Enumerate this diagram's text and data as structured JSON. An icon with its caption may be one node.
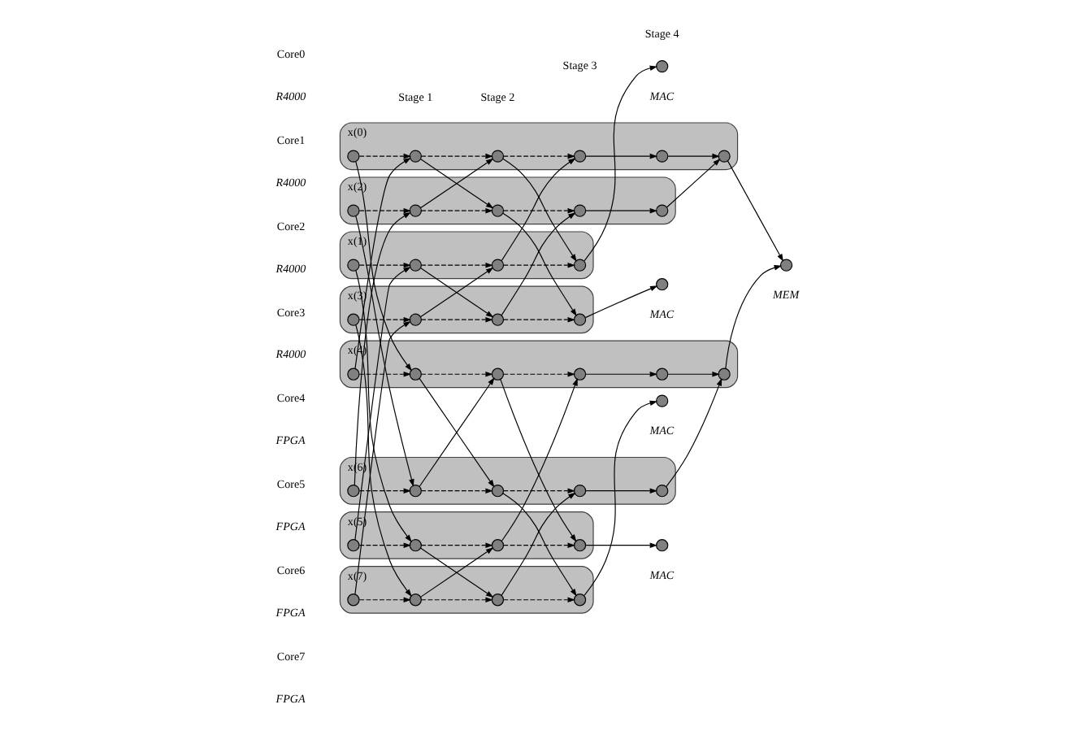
{
  "diagram": {
    "nodes": [
      {
        "text": [
          "x(0)"
        ],
        "beside": [
          "Core0",
          "R4000"
        ]
      },
      {
        "text": [],
        "shape": "circle",
        "in": 0
      },
      {
        "text": [],
        "shape": "circle",
        "in": 0
      },
      {
        "text": [],
        "shape": "circle",
        "in": 0
      },
      {
        "text": [],
        "shape": "circle",
        "in": 0
      },
      {
        "text": [],
        "shape": "circle",
        "in": 0
      },
      {
        "text": [],
        "shape": "circle",
        "in": 0
      },
      {
        "text": [
          "x(4)"
        ],
        "beside": [
          "Core1",
          "R4000"
        ]
      },
      {
        "text": [],
        "shape": "circle",
        "in": 7
      },
      {
        "text": [],
        "shape": "circle",
        "in": 7
      },
      {
        "text": [],
        "shape": "circle",
        "in": 7
      },
      {
        "text": [],
        "shape": "circle",
        "in": 7
      },
      {
        "text": [],
        "shape": "circle",
        "in": 7
      },
      {
        "text": [],
        "shape": "circle",
        "in": 7
      },
      {
        "text": [],
        "shape": "circle",
        "beside": [
          "MEM"
        ]
      },
      {
        "text": [
          "x(2)"
        ],
        "beside": [
          "Core2",
          "R4000"
        ]
      },
      {
        "text": [],
        "shape": "circle",
        "in": 15
      },
      {
        "text": [],
        "shape": "circle",
        "in": 15
      },
      {
        "text": [],
        "shape": "circle",
        "in": 15
      },
      {
        "text": [],
        "shape": "circle",
        "in": 15
      },
      {
        "text": [],
        "shape": "circle",
        "in": 15
      },
      {
        "text": [
          "x(6)"
        ],
        "beside": [
          "Core3",
          "R4000"
        ]
      },
      {
        "text": [],
        "shape": "circle",
        "in": 21
      },
      {
        "text": [],
        "shape": "circle",
        "in": 21
      },
      {
        "text": [],
        "shape": "circle",
        "in": 21
      },
      {
        "text": [],
        "shape": "circle",
        "in": 21
      },
      {
        "text": [],
        "shape": "circle",
        "in": 21
      },
      {
        "text": [
          "x(1)"
        ],
        "beside": [
          "Core4",
          "FPGA"
        ]
      },
      {
        "text": [],
        "shape": "circle",
        "in": 27
      },
      {
        "text": [],
        "shape": "circle",
        "in": 27
      },
      {
        "text": [],
        "shape": "circle",
        "in": 27
      },
      {
        "text": [],
        "shape": "circle",
        "in": 27
      },
      {
        "text": [],
        "shape": "circle",
        "beside": [
          "MAC"
        ]
      },
      {
        "text": [
          "x(5)"
        ],
        "beside": [
          "Core5",
          "FPGA"
        ]
      },
      {
        "text": [],
        "shape": "circle",
        "in": 33
      },
      {
        "text": [],
        "shape": "circle",
        "in": 33
      },
      {
        "text": [],
        "shape": "circle",
        "in": 33
      },
      {
        "text": [],
        "shape": "circle",
        "in": 33
      },
      {
        "text": [],
        "shape": "circle",
        "beside": [
          "MAC"
        ]
      },
      {
        "text": [
          "x(3)"
        ],
        "beside": [
          "Core6",
          "FPGA"
        ]
      },
      {
        "text": [],
        "shape": "circle",
        "in": 39
      },
      {
        "text": [],
        "shape": "circle",
        "in": 39
      },
      {
        "text": [],
        "shape": "circle",
        "in": 39
      },
      {
        "text": [],
        "shape": "circle",
        "in": 39
      },
      {
        "text": [],
        "shape": "circle",
        "beside": [
          "MAC"
        ]
      },
      {
        "text": [
          "x(7)"
        ],
        "beside": [
          "Core7",
          "FPGA"
        ]
      },
      {
        "text": [],
        "shape": "circle",
        "in": 45
      },
      {
        "text": [],
        "shape": "circle",
        "in": 45
      },
      {
        "text": [],
        "shape": "circle",
        "in": 45
      },
      {
        "text": [],
        "shape": "circle",
        "in": 45
      },
      {
        "text": [],
        "shape": "circle",
        "beside": [
          "MAC"
        ]
      }
    ],
    "edges": [
      {
        "from": 1,
        "to": 2,
        "arrow": "to",
        "style": "dashed"
      },
      {
        "from": 2,
        "to": 3,
        "arrow": "to",
        "style": "dashed"
      },
      {
        "from": 3,
        "to": 4,
        "arrow": "to",
        "style": "dashed"
      },
      {
        "from": 8,
        "to": 9,
        "arrow": "to",
        "style": "dashed"
      },
      {
        "from": 9,
        "to": 10,
        "arrow": "to",
        "style": "dashed"
      },
      {
        "from": 10,
        "to": 11,
        "arrow": "to",
        "style": "dashed"
      },
      {
        "from": 16,
        "to": 17,
        "arrow": "to",
        "style": "dashed"
      },
      {
        "from": 17,
        "to": 18,
        "arrow": "to",
        "style": "dashed"
      },
      {
        "from": 18,
        "to": 19,
        "arrow": "to",
        "style": "dashed"
      },
      {
        "from": 22,
        "to": 23,
        "arrow": "to",
        "style": "dashed"
      },
      {
        "from": 23,
        "to": 24,
        "arrow": "to",
        "style": "dashed"
      },
      {
        "from": 24,
        "to": 25,
        "arrow": "to",
        "style": "dashed"
      },
      {
        "from": 28,
        "to": 29,
        "arrow": "to",
        "style": "dashed"
      },
      {
        "from": 29,
        "to": 30,
        "arrow": "to",
        "style": "dashed"
      },
      {
        "from": 30,
        "to": 31,
        "arrow": "to",
        "style": "dashed"
      },
      {
        "from": 34,
        "to": 35,
        "arrow": "to",
        "style": "dashed"
      },
      {
        "from": 35,
        "to": 36,
        "arrow": "to",
        "style": "dashed"
      },
      {
        "from": 36,
        "to": 37,
        "arrow": "to",
        "style": "dashed"
      },
      {
        "from": 40,
        "to": 41,
        "arrow": "to",
        "style": "dashed"
      },
      {
        "from": 41,
        "to": 42,
        "arrow": "to",
        "style": "dashed"
      },
      {
        "from": 42,
        "to": 43,
        "arrow": "to",
        "style": "dashed"
      },
      {
        "from": 46,
        "to": 47,
        "arrow": "to",
        "style": "dashed"
      },
      {
        "from": 47,
        "to": 48,
        "arrow": "to",
        "style": "dashed"
      },
      {
        "from": 48,
        "to": 49,
        "arrow": "to",
        "style": "dashed"
      },
      {
        "from": 1,
        "to": 9,
        "arrow": "to"
      },
      {
        "from": 8,
        "to": 2,
        "arrow": "to"
      },
      {
        "from": 16,
        "to": 23,
        "arrow": "to"
      },
      {
        "from": 22,
        "to": 17,
        "arrow": "to"
      },
      {
        "from": 28,
        "to": 35,
        "arrow": "to"
      },
      {
        "from": 34,
        "to": 29,
        "arrow": "to"
      },
      {
        "from": 40,
        "to": 47,
        "arrow": "to"
      },
      {
        "from": 46,
        "to": 41,
        "arrow": "to"
      },
      {
        "from": 2,
        "to": 18,
        "arrow": "to"
      },
      {
        "from": 9,
        "to": 24,
        "arrow": "to"
      },
      {
        "from": 17,
        "to": 3,
        "arrow": "to"
      },
      {
        "from": 23,
        "to": 10,
        "arrow": "to"
      },
      {
        "from": 29,
        "to": 42,
        "arrow": "to"
      },
      {
        "from": 35,
        "to": 48,
        "arrow": "to"
      },
      {
        "from": 41,
        "to": 30,
        "arrow": "to"
      },
      {
        "from": 47,
        "to": 36,
        "arrow": "to"
      },
      {
        "from": 3,
        "to": 31,
        "arrow": "to"
      },
      {
        "from": 10,
        "to": 37,
        "arrow": "to"
      },
      {
        "from": 18,
        "to": 43,
        "arrow": "to"
      },
      {
        "from": 24,
        "to": 49,
        "arrow": "to"
      },
      {
        "from": 30,
        "to": 4,
        "arrow": "to"
      },
      {
        "from": 36,
        "to": 11,
        "arrow": "to"
      },
      {
        "from": 42,
        "to": 19,
        "arrow": "to"
      },
      {
        "from": 48,
        "to": 25,
        "arrow": "to"
      },
      {
        "from": 4,
        "to": 5,
        "arrow": "to"
      },
      {
        "from": 11,
        "to": 12,
        "arrow": "to"
      },
      {
        "from": 19,
        "to": 20,
        "arrow": "to"
      },
      {
        "from": 25,
        "to": 26,
        "arrow": "to"
      },
      {
        "from": 5,
        "to": 6,
        "arrow": "to"
      },
      {
        "from": 12,
        "to": 13,
        "arrow": "to"
      },
      {
        "from": 20,
        "to": 6,
        "arrow": "to"
      },
      {
        "from": 26,
        "to": 13,
        "arrow": "to"
      },
      {
        "from": 6,
        "to": 14,
        "arrow": "to"
      },
      {
        "from": 13,
        "to": 14,
        "arrow": "to"
      },
      {
        "from": 31,
        "to": 32,
        "arrow": "to"
      },
      {
        "from": 37,
        "to": 38,
        "arrow": "to"
      },
      {
        "from": 43,
        "to": 44,
        "arrow": "to"
      },
      {
        "from": 49,
        "to": 50,
        "arrow": "to"
      }
    ],
    "labels": [
      "Stage 1",
      "Stage 2",
      "Stage 3",
      "Stage 4"
    ]
  }
}
